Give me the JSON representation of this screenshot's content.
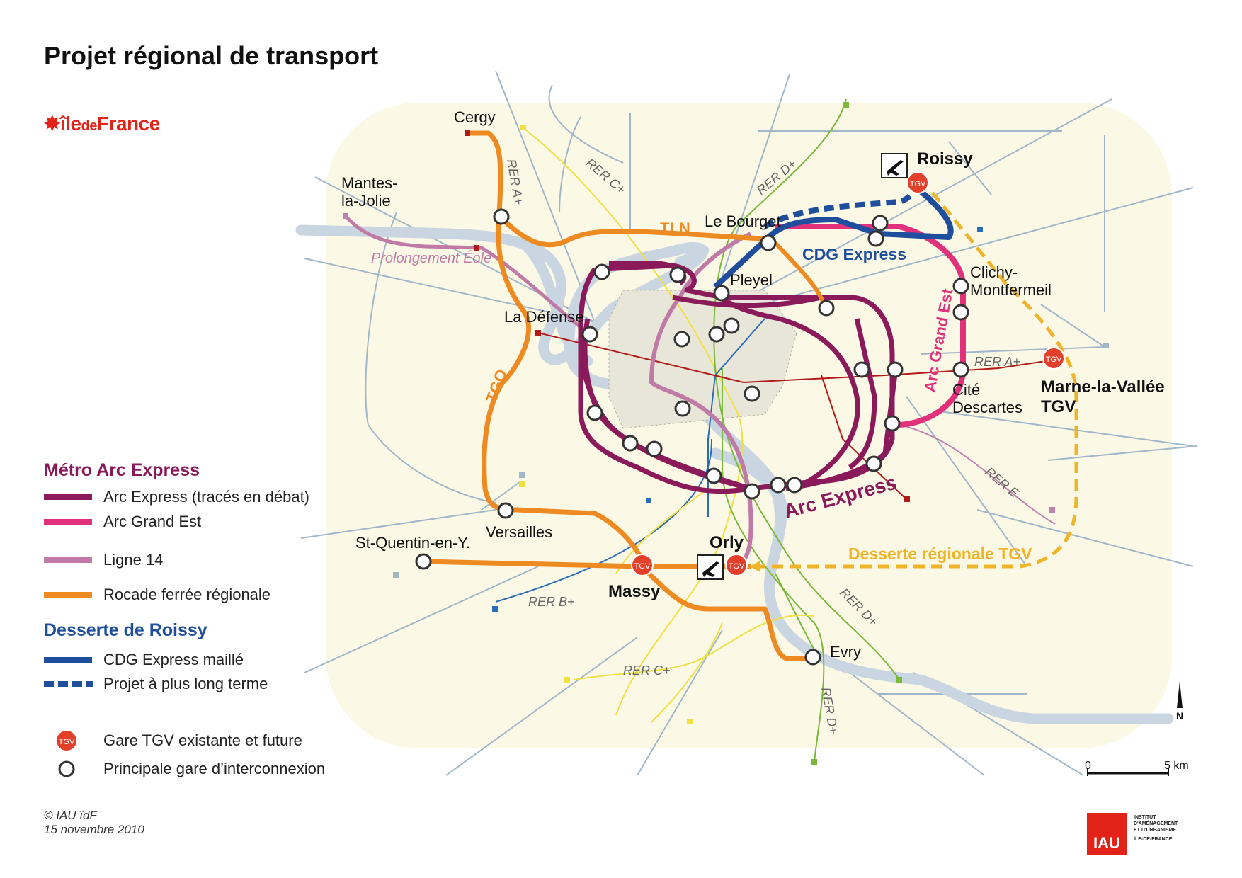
{
  "title": "Projet régional de transport",
  "brand": {
    "part1": "île",
    "part2": "de",
    "part3": "France",
    "color": "#e2231a"
  },
  "colors": {
    "arc_express": "#8b1a5a",
    "arc_grand_est": "#e0317a",
    "ligne14": "#c07aa6",
    "rocade": "#ee8a22",
    "cdg": "#1f4e9c",
    "tgv_dash": "#f0b428",
    "background": "#fbf8e6",
    "river": "#c7d3df"
  },
  "labels": {
    "cergy": "Cergy",
    "mantes": "Mantes-\nla-Jolie",
    "mantes_l1": "Mantes-",
    "mantes_l2": "la-Jolie",
    "la_defense": "La Défense",
    "le_bourget": "Le Bourget",
    "pleyel": "Pleyel",
    "roissy": "Roissy",
    "clichy_l1": "Clichy-",
    "clichy_l2": "Montfermeil",
    "cite_l1": "Cité",
    "cite_l2": "Descartes",
    "mlv_l1": "Marne-la-Vallée",
    "mlv_l2": "TGV",
    "versailles": "Versailles",
    "sqy": "St-Quentin-en-Y.",
    "massy": "Massy",
    "orly": "Orly",
    "evry": "Evry",
    "tln": "TLN",
    "tgo": "TGO",
    "cdg_express": "CDG Express",
    "arc_express": "Arc Express",
    "arc_grand_est": "Arc Grand Est",
    "prolongement_eole": "Prolongement Éole",
    "desserte_tgv": "Desserte régionale TGV",
    "rer_a_top": "RER A+",
    "rer_c_top": "RER C+",
    "rer_d_top": "RER D+",
    "rer_a_east": "RER A+",
    "rer_e": "RER E",
    "rer_b": "RER B+",
    "rer_c_bottom": "RER C+",
    "rer_d_south": "RER D+",
    "rer_d_bottom": "RER D+",
    "tgv_badge": "TGV",
    "scale_0": "0",
    "scale_5": "5 km",
    "north": "N"
  },
  "legend": {
    "arc_heading": "Métro Arc Express",
    "arc_express": "Arc Express (tracés en débat)",
    "arc_grand_est": "Arc Grand Est",
    "ligne14": "Ligne 14",
    "rocade": "Rocade ferrée régionale",
    "roissy_heading": "Desserte de Roissy",
    "cdg_maille": "CDG Express maillé",
    "projet_long": "Projet à plus long terme",
    "gare_tgv": "Gare TGV existante et future",
    "gare_inter": "Principale gare d’interconnexion"
  },
  "credit": {
    "line1": "© IAU îdF",
    "line2": "15 novembre 2010"
  },
  "iau": {
    "logo": "IAU",
    "l1": "INSTITUT",
    "l2": "D'AMÉNAGEMENT",
    "l3": "ET D'URBANISME",
    "l4": "ÎLE-DE-FRANCE"
  }
}
